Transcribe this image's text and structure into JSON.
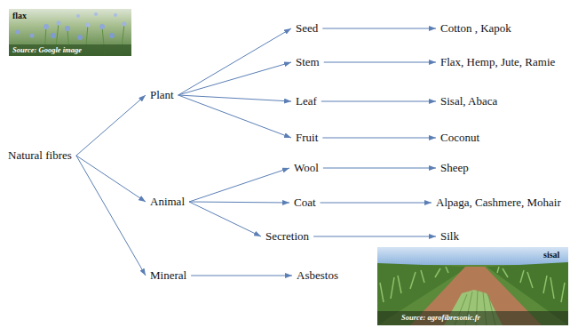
{
  "diagram": {
    "nodes": [
      {
        "text": [
          "Natural fibres"
        ]
      },
      {
        "text": [
          "Plant"
        ]
      },
      {
        "text": [
          "Seed"
        ]
      },
      {
        "text": [
          "Cotton , Kapok"
        ]
      },
      {
        "text": [
          "Stem"
        ]
      },
      {
        "text": [
          "Flax, Hemp, Jute, Ramie"
        ]
      },
      {
        "text": [
          "Leaf"
        ]
      },
      {
        "text": [
          "Sisal, Abaca"
        ]
      },
      {
        "text": [
          "Fruit"
        ]
      },
      {
        "text": [
          "Coconut"
        ]
      },
      {
        "text": [
          "Animal"
        ]
      },
      {
        "text": [
          "Wool"
        ]
      },
      {
        "text": [
          "Sheep"
        ]
      },
      {
        "text": [
          "Coat"
        ]
      },
      {
        "text": [
          "Alpaga, Cashmere, Mohair"
        ]
      },
      {
        "text": [
          "Secretion"
        ]
      },
      {
        "text": [
          "Silk"
        ]
      },
      {
        "text": [
          "Mineral"
        ]
      },
      {
        "text": [
          "Asbestos"
        ]
      }
    ],
    "edges": [
      {
        "from": 0,
        "to": 1,
        "arrow": "to"
      },
      {
        "from": 0,
        "to": 10,
        "arrow": "to"
      },
      {
        "from": 0,
        "to": 17,
        "arrow": "to"
      },
      {
        "from": 1,
        "to": 2,
        "arrow": "to"
      },
      {
        "from": 1,
        "to": 4,
        "arrow": "to"
      },
      {
        "from": 1,
        "to": 6,
        "arrow": "to"
      },
      {
        "from": 1,
        "to": 8,
        "arrow": "to"
      },
      {
        "from": 2,
        "to": 3,
        "arrow": "to"
      },
      {
        "from": 4,
        "to": 5,
        "arrow": "to"
      },
      {
        "from": 6,
        "to": 7,
        "arrow": "to"
      },
      {
        "from": 8,
        "to": 9,
        "arrow": "to"
      },
      {
        "from": 10,
        "to": 11,
        "arrow": "to"
      },
      {
        "from": 10,
        "to": 13,
        "arrow": "to"
      },
      {
        "from": 10,
        "to": 15,
        "arrow": "to"
      },
      {
        "from": 11,
        "to": 12,
        "arrow": "to"
      },
      {
        "from": 13,
        "to": 14,
        "arrow": "to"
      },
      {
        "from": 15,
        "to": 16,
        "arrow": "to"
      },
      {
        "from": 17,
        "to": 18,
        "arrow": "to"
      }
    ],
    "labels": [
      "flax",
      "Source: Google image",
      "sisal",
      "Source: agrofibresonic.fr"
    ]
  }
}
